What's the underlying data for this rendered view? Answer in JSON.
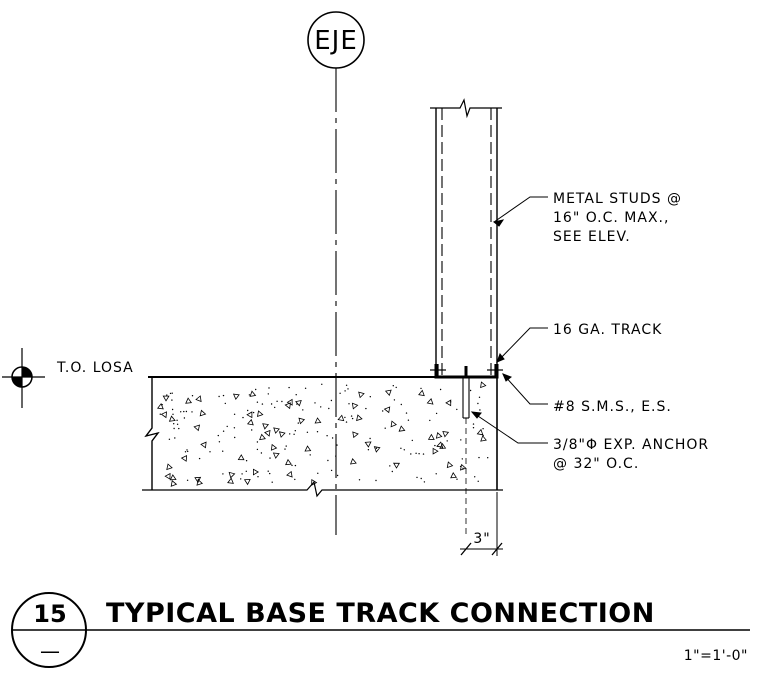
{
  "axis_tag": "EJE",
  "level_label": "T.O. LOSA",
  "notes": {
    "studs": [
      "METAL STUDS @",
      "16\" O.C. MAX.,",
      "SEE ELEV."
    ],
    "track": "16 GA. TRACK",
    "sms": "#8 S.M.S., E.S.",
    "anchor": [
      "3/8\"Φ EXP. ANCHOR",
      "@ 32\" O.C."
    ]
  },
  "dimension": "3\"",
  "detail": {
    "number": "15",
    "sheet": "—",
    "title": "TYPICAL BASE TRACK CONNECTION",
    "scale": "1\"=1'-0\""
  },
  "colors": {
    "ink": "#000000",
    "paper": "#ffffff"
  }
}
